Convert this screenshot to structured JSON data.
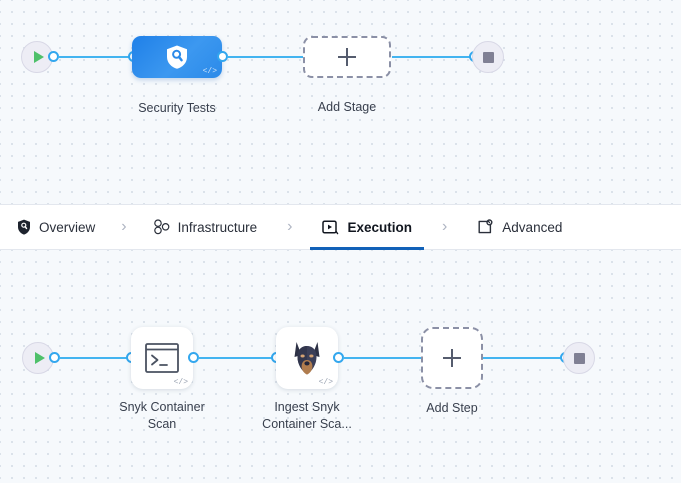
{
  "canvas": {
    "background_color": "#f6f9fc",
    "dot_color": "#d2dae4",
    "edge_color": "#43b4f0",
    "port_color": "#33a7ee"
  },
  "stage_pipeline": {
    "start_node": {
      "icon": "play-icon",
      "label": ""
    },
    "end_node": {
      "icon": "stop-icon",
      "label": ""
    },
    "stages": [
      {
        "label": "Security Tests",
        "icon": "shield-search-icon",
        "badge": "</>",
        "color": "#2b8ae9"
      }
    ],
    "add_stage": {
      "label": "Add Stage",
      "icon": "plus-icon"
    }
  },
  "tabs": [
    {
      "label": "Overview",
      "icon": "shield-icon",
      "active": false
    },
    {
      "label": "Infrastructure",
      "icon": "nodes-cluster-icon",
      "active": false
    },
    {
      "label": "Execution",
      "icon": "play-box-icon",
      "active": true
    },
    {
      "label": "Advanced",
      "icon": "gear-frame-icon",
      "active": false
    }
  ],
  "tab_separator": "›",
  "active_tab_underline_color": "#1261b8",
  "step_pipeline": {
    "start_node": {
      "icon": "play-icon",
      "label": ""
    },
    "end_node": {
      "icon": "stop-icon",
      "label": ""
    },
    "steps": [
      {
        "label": "Snyk Container\nScan",
        "icon": "terminal-icon",
        "badge": "</>"
      },
      {
        "label": "Ingest Snyk\nContainer Sca...",
        "icon": "snyk-doberman-icon",
        "badge": "</>"
      }
    ],
    "add_step": {
      "label": "Add Step",
      "icon": "plus-icon"
    }
  }
}
